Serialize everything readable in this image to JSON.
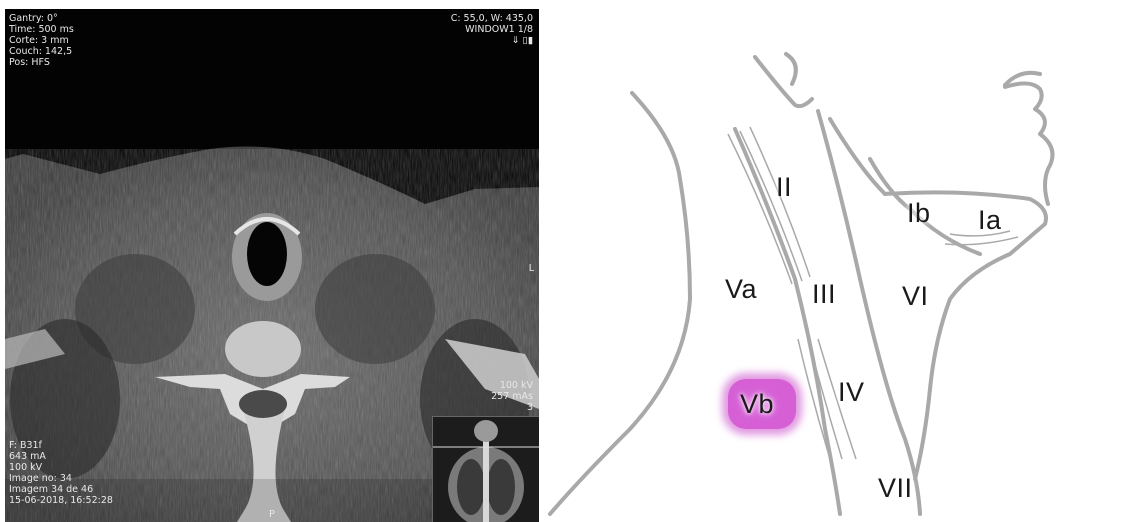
{
  "ct": {
    "top_left": "Gantry: 0°\nTime: 500 ms\nCorte: 3 mm\nCouch: 142,5\nPos: HFS",
    "top_right": "C: 55,0, W: 435,0\nWINDOW1 1/8\n⇓ ▯▮",
    "bottom_left": "F: B31f\n643 mA\n100 kV\nImage no: 34\nImagem 34 de 46\n15-06-2018, 16:52:28",
    "bottom_right": "100 kV\n257 mAs\n3",
    "right_marker": "L",
    "bottom_marker": "P"
  },
  "diagram": {
    "levels": {
      "II": "II",
      "Ib": "Ib",
      "Ia": "Ia",
      "Va": "Va",
      "III": "III",
      "VI": "VI",
      "Vb": "Vb",
      "IV": "IV",
      "VII": "VII"
    },
    "highlight_color": "#d65fd6"
  }
}
